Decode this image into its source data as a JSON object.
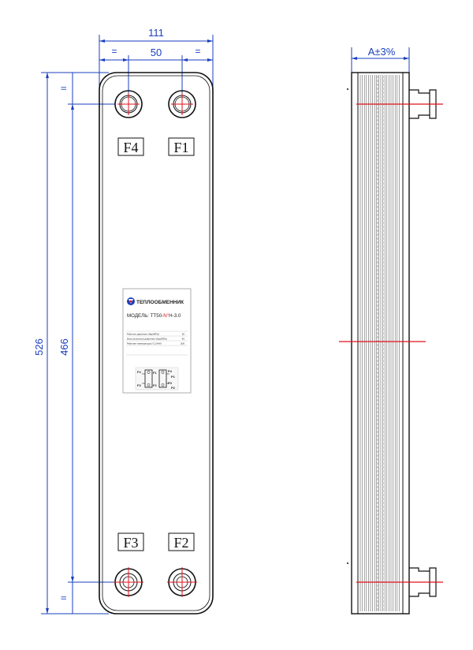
{
  "dimensions": {
    "overall_width": "111",
    "port_spacing": "50",
    "equal_mark": "=",
    "parallel_mark": "II",
    "overall_height": "526",
    "port_center_height": "466",
    "side_thickness": "A±3%"
  },
  "ports": {
    "top_left": "F4",
    "top_right": "F1",
    "bottom_left": "F3",
    "bottom_right": "F2"
  },
  "nameplate": {
    "brand": "ТЕПЛООБМЕННИК",
    "model_prefix": "МОДЕЛЬ: ТТ50-",
    "model_number": "N°",
    "model_suffix": "H-3.0",
    "rows": [
      {
        "label": "Рабочее давление (бар/МПа)",
        "value": "30"
      },
      {
        "label": "Испытательное давление (бар/МПа)",
        "value": "45"
      },
      {
        "label": "Рабочая температура (°С) MAX",
        "value": "200"
      }
    ],
    "schema_labels": [
      "F4",
      "F1",
      "F3",
      "F2",
      "P4",
      "P1",
      "P3",
      "P2"
    ]
  },
  "colors": {
    "dimension": "#1a3fbf",
    "centerline": "#e0101a",
    "outline": "#111111"
  }
}
